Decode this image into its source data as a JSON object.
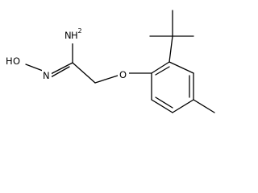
{
  "molecule": {
    "atoms": [
      {
        "id": "N_amine",
        "symbol": "N",
        "hydrogens": "H",
        "h_count": "2"
      },
      {
        "id": "N_oxime",
        "symbol": "N"
      },
      {
        "id": "O_hydroxyl",
        "symbol": "O",
        "prefix": "H"
      },
      {
        "id": "O_ether",
        "symbol": "O"
      }
    ],
    "colors": {
      "bond": "#000000",
      "label": "#000000",
      "background": "#ffffff"
    }
  }
}
